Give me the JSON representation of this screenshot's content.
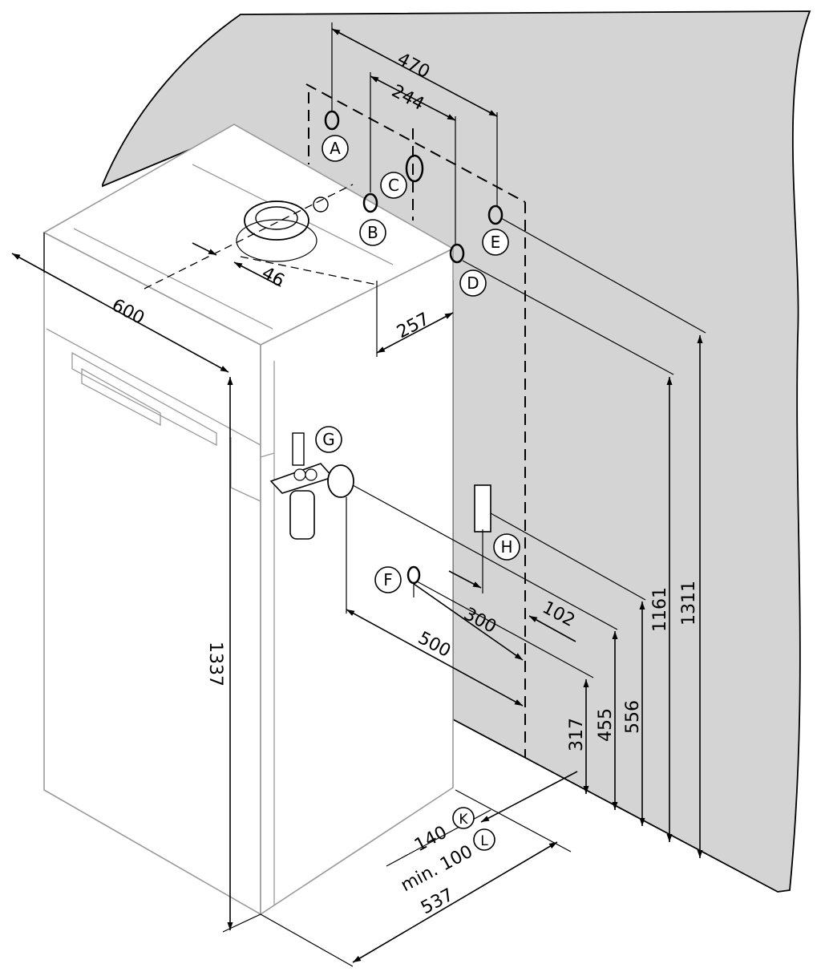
{
  "dimensions": {
    "width": "600",
    "offset_46": "46",
    "depth_257": "257",
    "spacing_470": "470",
    "spacing_244": "244",
    "height_1337": "1337",
    "height_1311": "1311",
    "height_1161": "1161",
    "height_556": "556",
    "height_455": "455",
    "height_317": "317",
    "distance_500": "500",
    "distance_300": "300",
    "distance_102": "102",
    "clearance_140": "140",
    "clearance_min100": "min. 100",
    "depth_537": "537"
  },
  "markers": {
    "A": "A",
    "B": "B",
    "C": "C",
    "D": "D",
    "E": "E",
    "F": "F",
    "G": "G",
    "H": "H",
    "K": "K",
    "L": "L"
  },
  "colors": {
    "wall": "#d4d4d4",
    "unit_outline": "#9a9a9a",
    "line": "#000000"
  }
}
